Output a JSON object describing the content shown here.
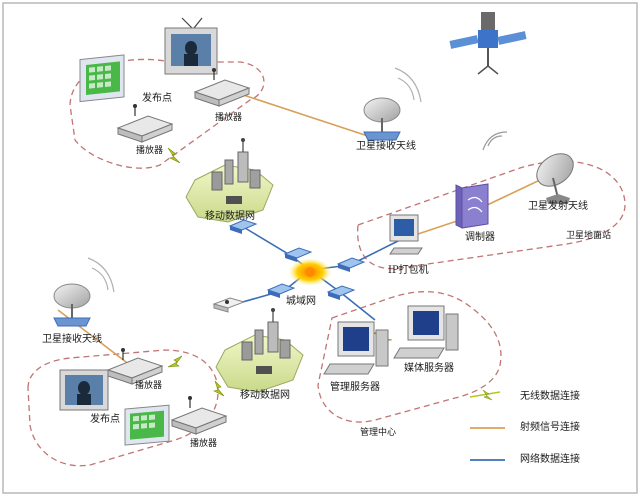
{
  "labels": {
    "release_point_top": "发布点",
    "player_top_a": "播放器",
    "player_top_b": "播放器",
    "sat_rx_top": "卫星接收天线",
    "mobile_net_top": "移动数据网",
    "sat_tx": "卫星发射天线",
    "modulator": "调制器",
    "ground_station": "卫星地面站",
    "ip_packer": "IP打包机",
    "metro_net": "城域网",
    "sat_rx_bottom": "卫星接收天线",
    "player_bottom_a": "播放器",
    "player_bottom_b": "播放器",
    "release_point_bottom": "发布点",
    "mobile_net_bottom": "移动数据网",
    "mgmt_server": "管理服务器",
    "media_server": "媒体服务器",
    "mgmt_center": "管理中心"
  },
  "legend": {
    "wireless": "无线数据连接",
    "rf": "射频信号连接",
    "network": "网络数据连接"
  },
  "colors": {
    "rf_line": "#d9a05a",
    "net_line": "#3a6fb5",
    "wireless": "#b4c81e",
    "dash_border": "#c07070"
  },
  "icons": [
    "satellite-icon",
    "satellite-dish-icon",
    "tv-icon",
    "player-icon",
    "screen-icon",
    "building-cluster-icon",
    "switch-icon",
    "computer-icon",
    "server-icon",
    "modulator-icon",
    "lightning-icon"
  ]
}
